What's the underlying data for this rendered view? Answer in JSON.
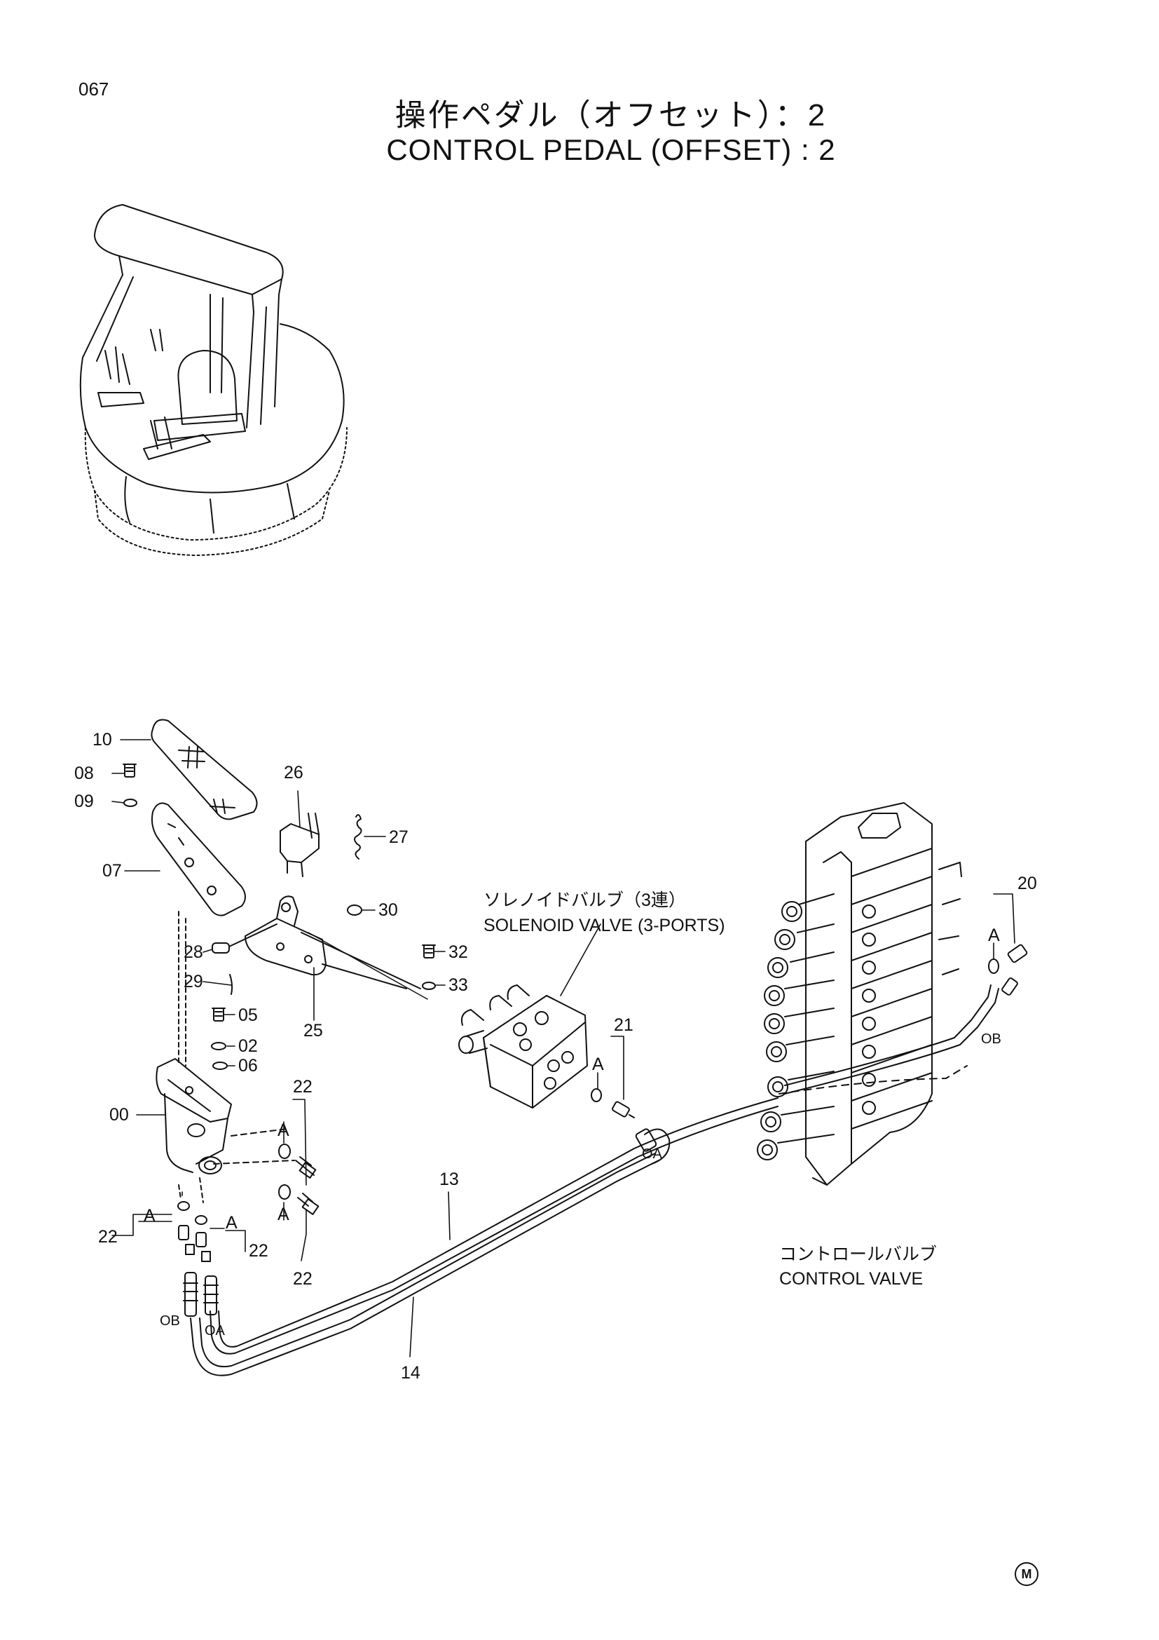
{
  "page_number": "067",
  "title": {
    "japanese": "操作ペダル（オフセット）：2",
    "english": "CONTROL PEDAL (OFFSET) : 2"
  },
  "callouts": {
    "c10": "10",
    "c08": "08",
    "c09": "09",
    "c07": "07",
    "c26": "26",
    "c27": "27",
    "c30": "30",
    "c28": "28",
    "c29": "29",
    "c25": "25",
    "c32": "32",
    "c33": "33",
    "c05": "05",
    "c02": "02",
    "c06": "06",
    "c00": "00",
    "c22a": "22",
    "c22b": "22",
    "c22c": "22",
    "c22d": "22",
    "c21": "21",
    "c20": "20",
    "c13": "13",
    "c14": "14"
  },
  "port_labels": {
    "a1": "A",
    "a2": "A",
    "a3": "A",
    "a4": "A",
    "a5": "A",
    "a6": "A",
    "ob1": "OB",
    "oa1": "OA",
    "ob2": "OB",
    "oa2": "OA"
  },
  "solenoid_valve": {
    "label_jp": "ソレノイドバルブ（3連）",
    "label_en": "SOLENOID VALVE (3-PORTS)"
  },
  "control_valve": {
    "label_jp": "コントロールバルブ",
    "label_en": "CONTROL VALVE"
  },
  "corner_mark": "M"
}
